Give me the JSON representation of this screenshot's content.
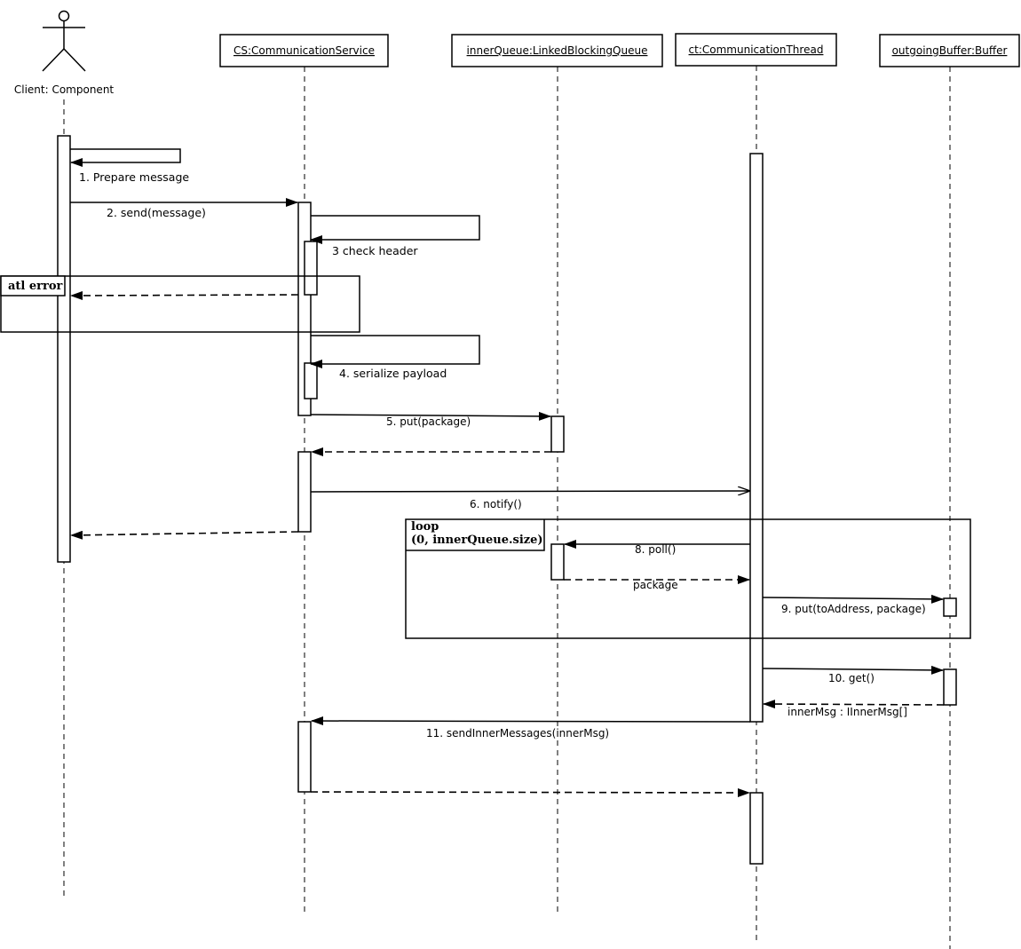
{
  "actor": {
    "label": "Client: Component"
  },
  "participants": [
    {
      "id": "cs",
      "label": "CS:CommunicationService"
    },
    {
      "id": "queue",
      "label": "innerQueue:LinkedBlockingQueue"
    },
    {
      "id": "thread",
      "label": "ct:CommunicationThread"
    },
    {
      "id": "buffer",
      "label": "outgoingBuffer:Buffer"
    }
  ],
  "frames": {
    "alt": {
      "title": "atl error"
    },
    "loop": {
      "title_line1": "loop",
      "title_line2": "(0, innerQueue.size)"
    }
  },
  "messages": {
    "m1": "1. Prepare message",
    "m2": "2. send(message)",
    "m3": "3 check header",
    "m4": "4. serialize payload",
    "m5": "5. put(package)",
    "m6": "6. notify()",
    "m8": "8. poll()",
    "m8r": "package",
    "m9": "9. put(toAddress, package)",
    "m10": "10. get()",
    "m10r": "innerMsg : IInnerMsg[]",
    "m11": "11. sendInnerMessages(innerMsg)"
  }
}
